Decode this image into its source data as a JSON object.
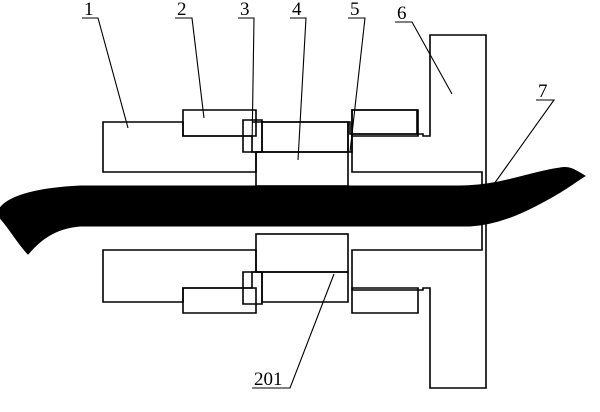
{
  "figure": {
    "callouts": [
      {
        "id": "1",
        "text": "1"
      },
      {
        "id": "2",
        "text": "2"
      },
      {
        "id": "3",
        "text": "3"
      },
      {
        "id": "4",
        "text": "4"
      },
      {
        "id": "5",
        "text": "5"
      },
      {
        "id": "6",
        "text": "6"
      },
      {
        "id": "7",
        "text": "7"
      },
      {
        "id": "201",
        "text": "201"
      }
    ],
    "hatch_style": "diagonal-45",
    "mesh_style": "cross-hatch",
    "cable_color": "#000000"
  }
}
